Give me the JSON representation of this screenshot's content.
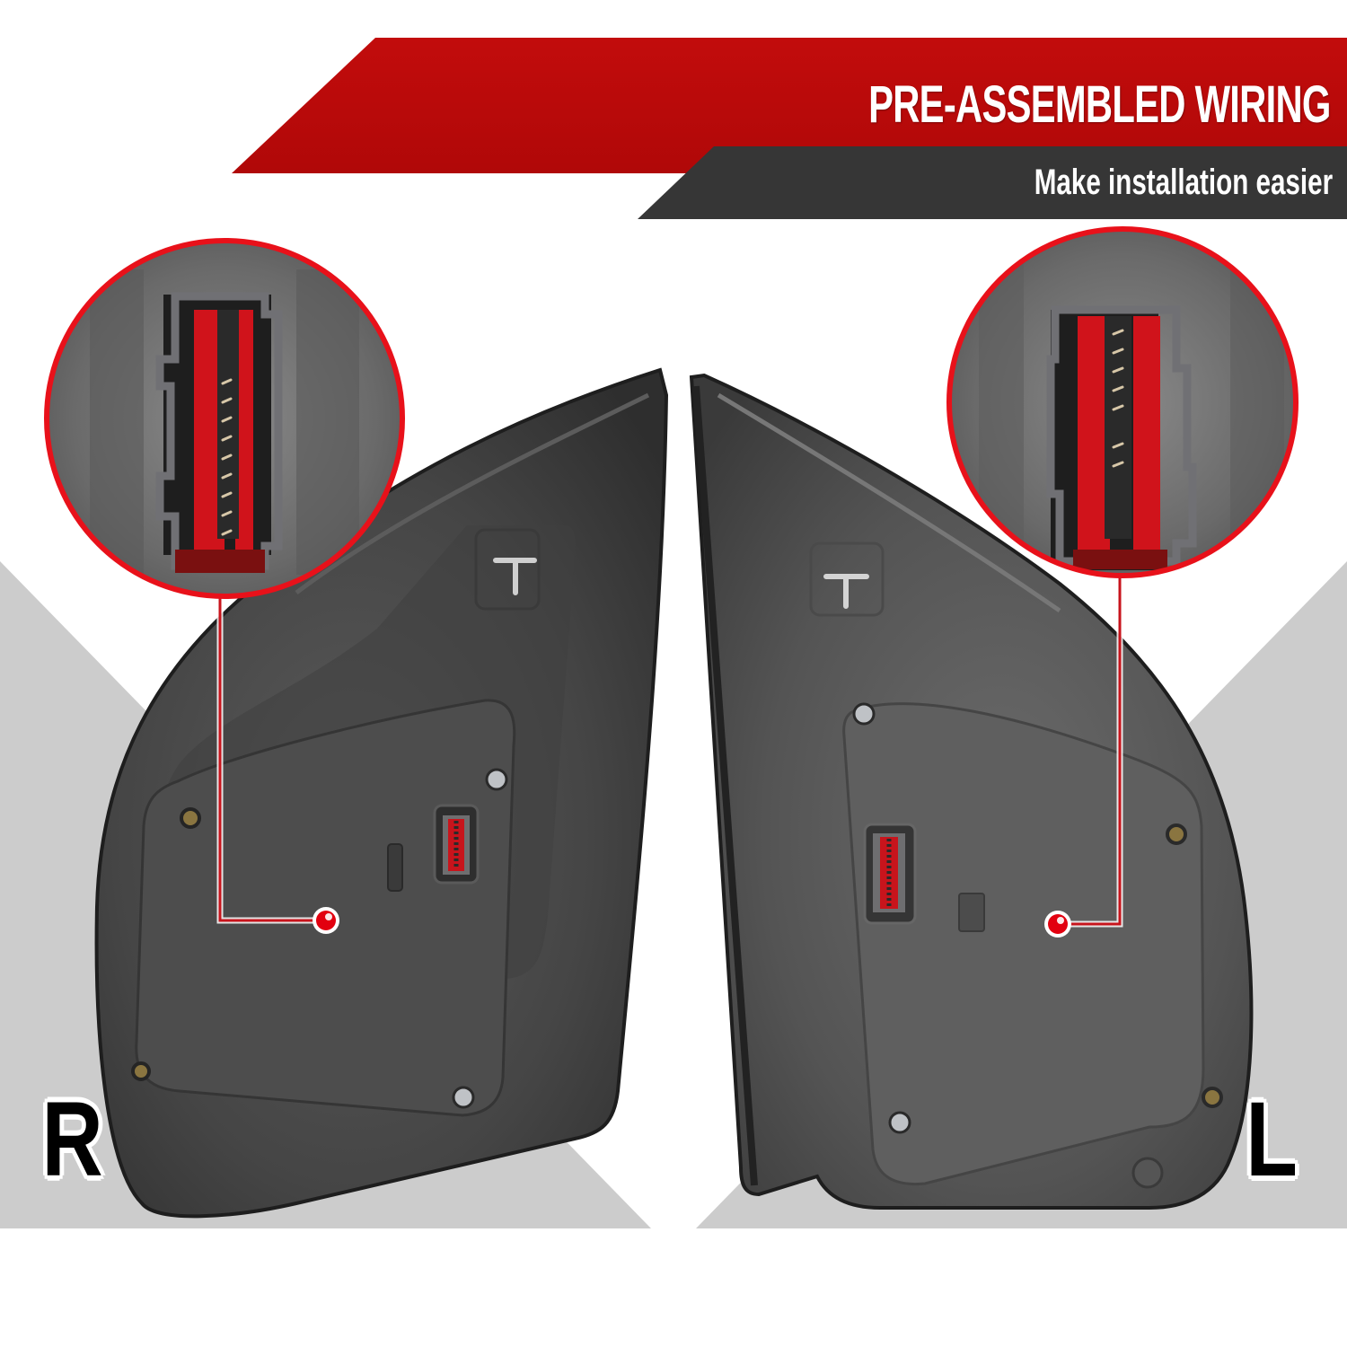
{
  "banner": {
    "title": "PRE-ASSEMBLED WIRING",
    "subtitle": "Make installation easier",
    "title_bg_color": "#bc0a0a",
    "subtitle_bg_color": "#363636"
  },
  "mirrors": [
    {
      "side_label": "R",
      "callout": {
        "subject": "wiring-connector-closeup",
        "ring_color": "#e8111a"
      }
    },
    {
      "side_label": "L",
      "callout": {
        "subject": "wiring-connector-closeup",
        "ring_color": "#e8111a"
      }
    }
  ],
  "colors": {
    "background": "#ffffff",
    "backdrop_gray": "#cccccc",
    "housing": "#4a4a4a",
    "connector_red": "#c8141c",
    "connector_gray": "#6e6e70",
    "callout_line": "#c8141c"
  }
}
